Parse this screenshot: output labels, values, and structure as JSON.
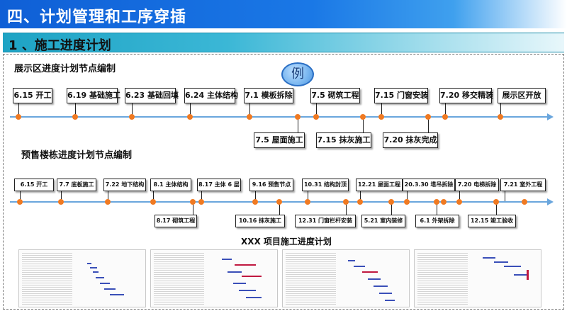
{
  "header": {
    "title": "四、计划管理和工序穿插"
  },
  "section": {
    "title": "1 、施工进度计划"
  },
  "example_badge": "例",
  "showroom": {
    "title": "展示区进度计划节点编制",
    "top_items": [
      "6.15 开工",
      "6.19 基础施工",
      "6.23 基础回填",
      "6.24 主体结构",
      "7.1 模板拆除",
      "7.5 砌筑工程",
      "7.15 门窗安装",
      "7.20 移交精装",
      "展示区开放"
    ],
    "bottom_items": [
      "7.5 屋面施工",
      "7.15 抹灰施工",
      "7.20 抹灰完成"
    ]
  },
  "presale": {
    "title": "预售楼栋进度计划节点编制",
    "top_items": [
      "6.15 开工",
      "7.7 底板施工",
      "7.22 地下结构",
      "8.1 主体结构",
      "8.17 主体 6 层",
      "9.16 预售节点",
      "10.31 结构封顶",
      "12.21 屋面工程",
      "20.3.30 塔吊拆除",
      "7.20 电梯拆除",
      "7.21 室外工程"
    ],
    "bottom_items": [
      "8.17 砌筑工程",
      "10.16 抹灰施工",
      "12.31 门窗栏杆安装",
      "5.21 室内装修",
      "6.1 外架拆除",
      "12.15 竣工验收"
    ]
  },
  "gantt": {
    "title": "XXX 项目施工进度计划"
  },
  "colors": {
    "timeline": "#6aa6dd",
    "node": "#f07a22",
    "header": "#1a78e6",
    "section": "#3bb7d6"
  }
}
